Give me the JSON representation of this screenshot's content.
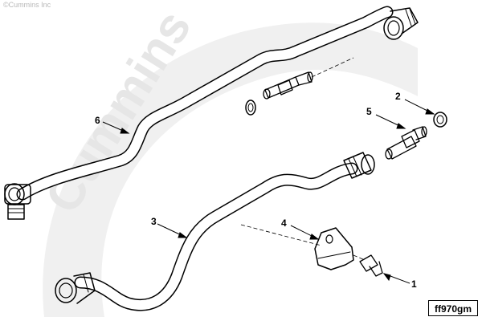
{
  "copyright": "©Cummins Inc",
  "watermark": "Cummins",
  "callouts": [
    {
      "id": "1",
      "label": "1"
    },
    {
      "id": "2",
      "label": "2"
    },
    {
      "id": "3",
      "label": "3"
    },
    {
      "id": "4",
      "label": "4"
    },
    {
      "id": "5",
      "label": "5"
    },
    {
      "id": "6",
      "label": "6"
    }
  ],
  "figure_id": "ff970gm",
  "colors": {
    "line": "#000000",
    "watermark": "#ededed",
    "background": "#ffffff"
  }
}
